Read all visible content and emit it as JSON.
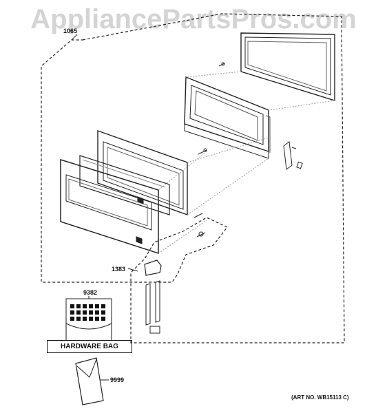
{
  "watermark": "AppliancePartsPros.com",
  "callouts": {
    "assembly": "1065",
    "handle_kit": "1383",
    "clips": "9382",
    "literature": "9999"
  },
  "hardware_bag_label": "HARDWARE BAG",
  "art_number": "(ART NO. WB15113 C)"
}
